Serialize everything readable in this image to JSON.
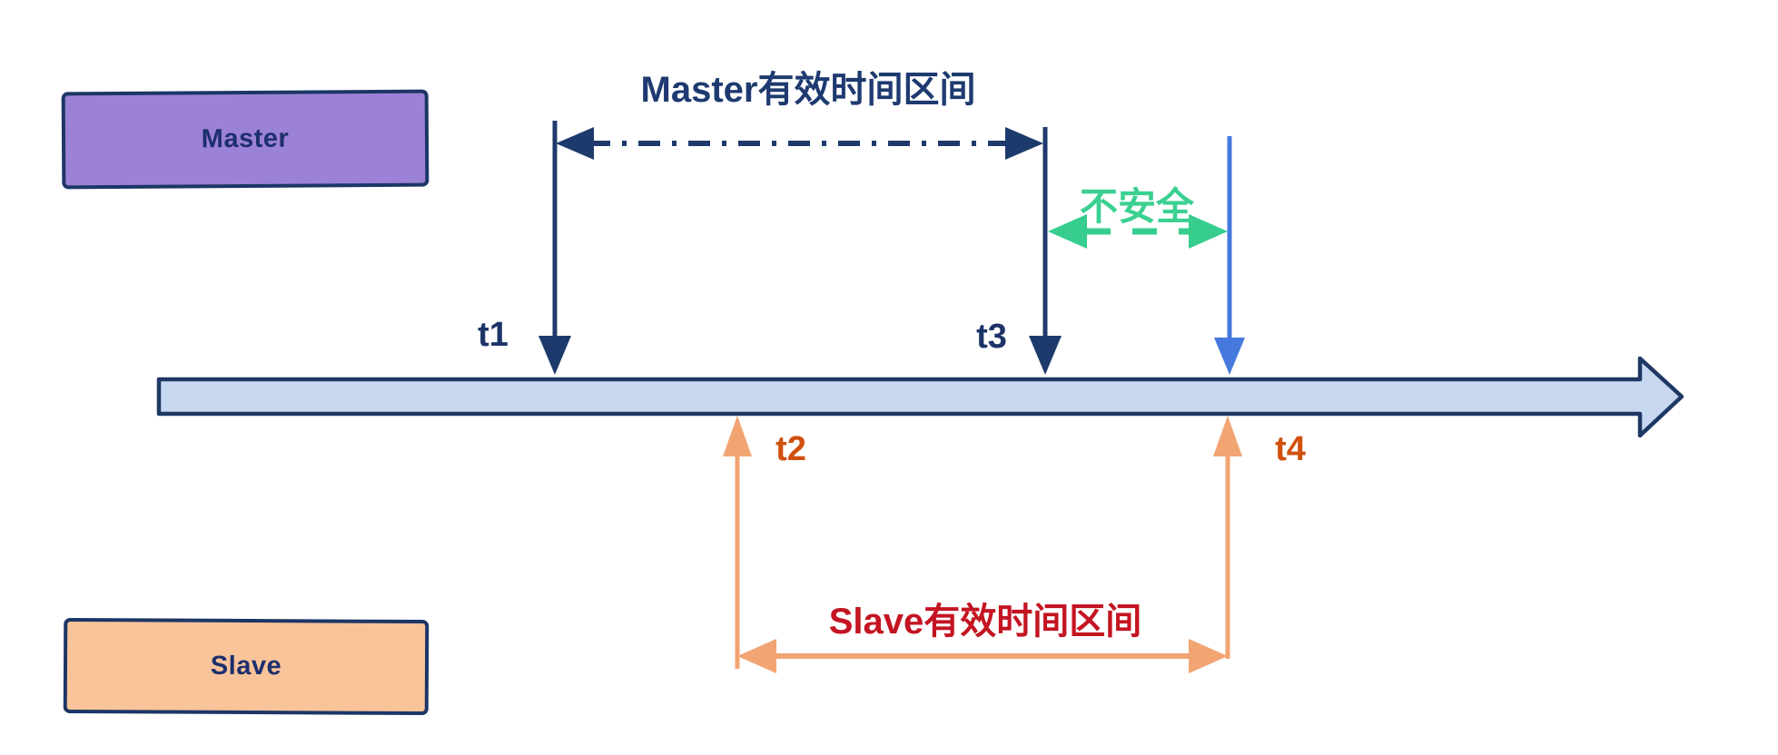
{
  "boxes": {
    "master": {
      "label": "Master",
      "fill": "#9c82d6"
    },
    "slave": {
      "label": "Slave",
      "fill": "#f9c49a"
    }
  },
  "labels": {
    "master_interval": "Master有效时间区间",
    "slave_interval": "Slave有效时间区间",
    "unsafe": "不安全",
    "t1": "t1",
    "t2": "t2",
    "t3": "t3",
    "t4": "t4"
  },
  "timeline": {
    "description": "horizontal time axis arrow pointing right",
    "fill": "#c7d8f0",
    "border": "#1f3864"
  },
  "colors": {
    "navy": "#1e3a6d",
    "royal_blue": "#4679de",
    "green": "#36cd8e",
    "orange": "#f2a472",
    "orange_label": "#d0500e",
    "red_label": "#c41422",
    "purple_box": "#9c82d6",
    "peach_box": "#f9c49a",
    "navy_label": "#1d3468"
  }
}
